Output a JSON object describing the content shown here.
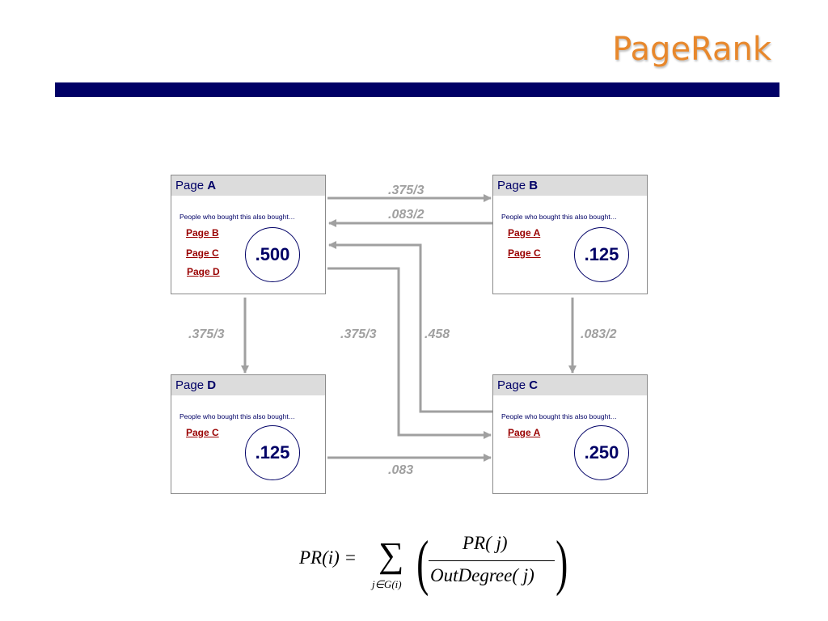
{
  "title": "PageRank",
  "caption": "People who bought this also bought…",
  "pages": {
    "A": {
      "prefix": "Page ",
      "letter": "A",
      "rank": ".500",
      "links": [
        "Page B",
        "Page C",
        "Page D"
      ]
    },
    "B": {
      "prefix": "Page ",
      "letter": "B",
      "rank": ".125",
      "links": [
        "Page A",
        "Page C"
      ]
    },
    "C": {
      "prefix": "Page ",
      "letter": "C",
      "rank": ".250",
      "links": [
        "Page A"
      ]
    },
    "D": {
      "prefix": "Page ",
      "letter": "D",
      "rank": ".125",
      "links": [
        "Page C"
      ]
    }
  },
  "edges": {
    "a_to_b": ".375/3",
    "b_to_a": ".083/2",
    "a_to_d": ".375/3",
    "a_to_c": ".375/3",
    "c_to_a": ".458",
    "b_to_c": ".083/2",
    "d_to_c": ".083"
  },
  "formula": {
    "lhs": "PR(i) =",
    "sigma": "∑",
    "subscript": "j∈G(i)",
    "numerator": "PR( j)",
    "denominator": "OutDegree( j)"
  },
  "colors": {
    "title": "#e8882c",
    "bar": "#000066",
    "arrow": "#a0a0a0",
    "link": "#990000"
  }
}
